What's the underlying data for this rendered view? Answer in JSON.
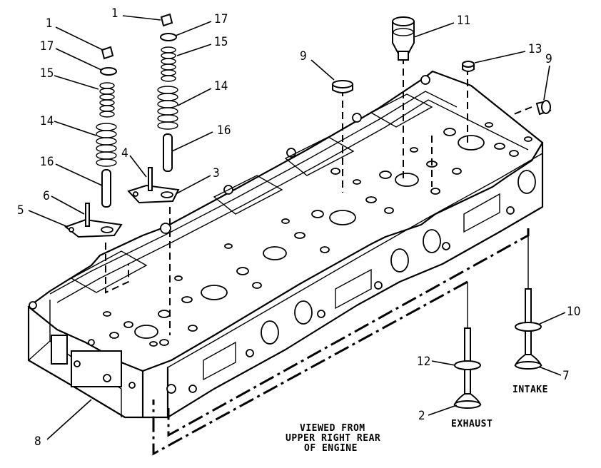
{
  "callouts": [
    {
      "id": "c1a",
      "text": "1"
    },
    {
      "id": "c17a",
      "text": "17"
    },
    {
      "id": "c15a",
      "text": "15"
    },
    {
      "id": "c14a",
      "text": "14"
    },
    {
      "id": "c16a",
      "text": "16"
    },
    {
      "id": "c6",
      "text": "6"
    },
    {
      "id": "c5",
      "text": "5"
    },
    {
      "id": "c1b",
      "text": "1"
    },
    {
      "id": "c17b",
      "text": "17"
    },
    {
      "id": "c15b",
      "text": "15"
    },
    {
      "id": "c14b",
      "text": "14"
    },
    {
      "id": "c16b",
      "text": "16"
    },
    {
      "id": "c4",
      "text": "4"
    },
    {
      "id": "c3",
      "text": "3"
    },
    {
      "id": "c9a",
      "text": "9"
    },
    {
      "id": "c11",
      "text": "11"
    },
    {
      "id": "c13",
      "text": "13"
    },
    {
      "id": "c9b",
      "text": "9"
    },
    {
      "id": "c10",
      "text": "10"
    },
    {
      "id": "c12",
      "text": "12"
    },
    {
      "id": "c7",
      "text": "7"
    },
    {
      "id": "c2",
      "text": "2"
    },
    {
      "id": "c8",
      "text": "8"
    }
  ],
  "labels": {
    "intake": "INTAKE",
    "exhaust": "EXHAUST",
    "view_line1": "VIEWED FROM",
    "view_line2": "UPPER RIGHT REAR",
    "view_line3": "OF ENGINE"
  }
}
